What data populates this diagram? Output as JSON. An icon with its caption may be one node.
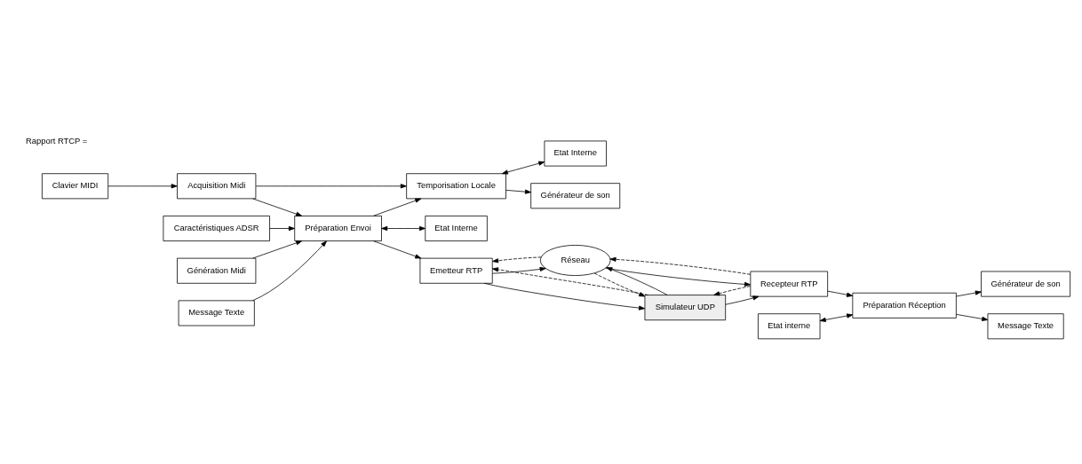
{
  "diagram": {
    "nodes": [
      {
        "text": [
          "Clavier MIDI"
        ]
      },
      {
        "text": [
          "Caractéristiques ADSR"
        ]
      },
      {
        "text": [
          "Génération Midi"
        ]
      },
      {
        "text": [
          "Acquisition Midi"
        ]
      },
      {
        "text": [
          "Préparation Envoi"
        ]
      },
      {
        "text": [
          "Message Texte"
        ]
      },
      {
        "text": [
          "Temporisation Locale"
        ]
      },
      {
        "text": [
          "Etat Interne"
        ]
      },
      {
        "text": [
          "Etat Interne"
        ]
      },
      {
        "text": [
          "Générateur de son"
        ]
      },
      {
        "text": [
          "Emetteur RTP"
        ]
      },
      {
        "text": [
          "Réseau"
        ]
      },
      {
        "text": [
          "Recepteur RTP"
        ]
      },
      {
        "text": [
          "Simulateur UDP"
        ]
      },
      {
        "text": [
          "Etat interne"
        ]
      },
      {
        "text": [
          "Préparation Réception"
        ]
      },
      {
        "text": [
          "Générateur de son"
        ]
      },
      {
        "text": [
          "Message Texte"
        ]
      }
    ],
    "edges": [
      {
        "from": 0,
        "to": 3,
        "arrow": "to"
      },
      {
        "from": 2,
        "to": 4,
        "arrow": "to"
      },
      {
        "from": 1,
        "to": 4,
        "arrow": "to"
      },
      {
        "from": 3,
        "to": 4,
        "arrow": "to"
      },
      {
        "from": 5,
        "to": 4,
        "arrow": "to"
      },
      {
        "from": 3,
        "to": 6,
        "arrow": "to"
      },
      {
        "from": 4,
        "to": 6,
        "arrow": "to"
      },
      {
        "from": 4,
        "to": 7,
        "arrow": "both"
      },
      {
        "from": 6,
        "to": 8,
        "arrow": "both"
      },
      {
        "from": 6,
        "to": 9,
        "arrow": "to"
      },
      {
        "from": 4,
        "to": 10,
        "arrow": "to"
      },
      {
        "from": 10,
        "to": 11,
        "arrow": "to"
      },
      {
        "from": 11,
        "to": 10,
        "arrow": "to",
        "style": "dashed"
      },
      {
        "from": 11,
        "to": 12,
        "arrow": "to"
      },
      {
        "from": 12,
        "to": 11,
        "arrow": "to",
        "style": "dashed"
      },
      {
        "from": 10,
        "to": 13,
        "arrow": "to"
      },
      {
        "from": 13,
        "to": 10,
        "arrow": "to",
        "style": "dashed"
      },
      {
        "from": 13,
        "to": 11,
        "arrow": "to"
      },
      {
        "from": 11,
        "to": 13,
        "arrow": "to",
        "style": "dashed"
      },
      {
        "from": 12,
        "to": 13,
        "arrow": "to",
        "style": "dashed"
      },
      {
        "from": 13,
        "to": 12,
        "arrow": "to"
      },
      {
        "from": 12,
        "to": 15,
        "arrow": "to"
      },
      {
        "from": 14,
        "to": 15,
        "arrow": "both"
      },
      {
        "from": 15,
        "to": 16,
        "arrow": "to"
      },
      {
        "from": 15,
        "to": 17,
        "arrow": "to"
      }
    ],
    "legend": [
      {
        "text": "Rapport RTCP ="
      }
    ]
  }
}
